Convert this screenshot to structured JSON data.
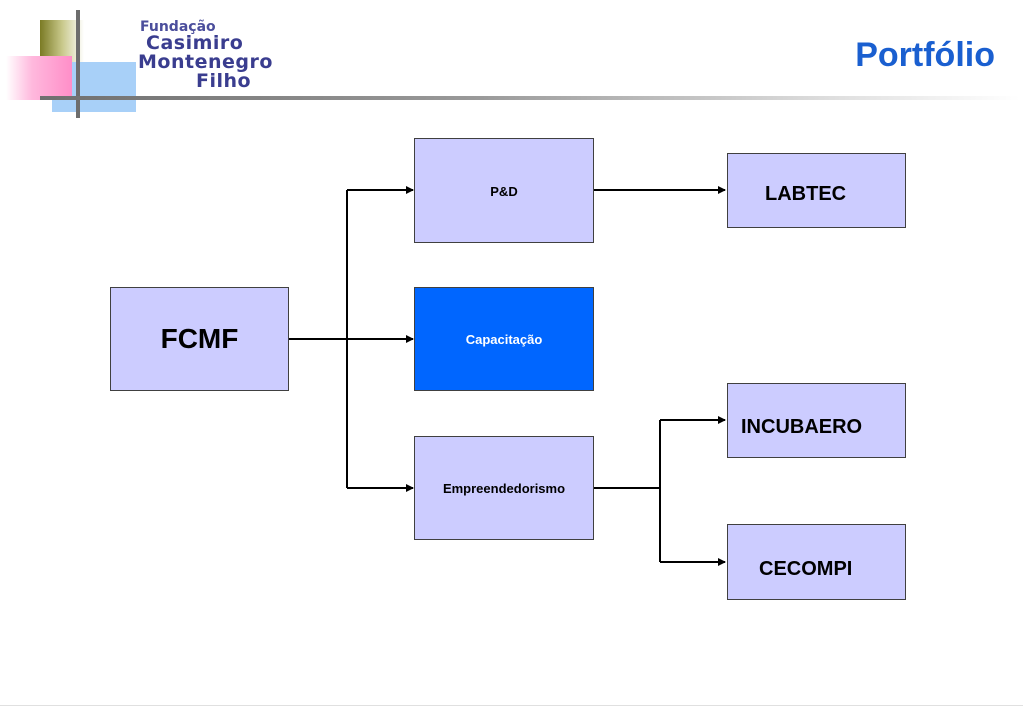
{
  "header": {
    "logo": {
      "line1": "Fundação",
      "line2": "Casimiro",
      "line3": "Montenegro",
      "line4": "Filho"
    },
    "title": "Portfólio"
  },
  "colors": {
    "box_fill": "#ccccff",
    "box_active": "#0066ff",
    "title": "#1a5fd0",
    "logo_olive": "#8a8a2e",
    "logo_pink": "#ff9acc",
    "logo_blue": "#a8d0f8"
  },
  "diagram": {
    "nodes": {
      "fcmf": "FCMF",
      "pd": "P&D",
      "capacitacao": "Capacitação",
      "empreendedorismo": "Empreendedorismo",
      "labtec": "LABTEC",
      "incubaero": "INCUBAERO",
      "cecompi": "CECOMPI"
    },
    "edges": [
      [
        "FCMF",
        "P&D"
      ],
      [
        "FCMF",
        "Capacitação"
      ],
      [
        "FCMF",
        "Empreendedorismo"
      ],
      [
        "P&D",
        "LABTEC"
      ],
      [
        "Empreendedorismo",
        "INCUBAERO"
      ],
      [
        "Empreendedorismo",
        "CECOMPI"
      ]
    ],
    "highlighted_node": "Capacitação"
  }
}
